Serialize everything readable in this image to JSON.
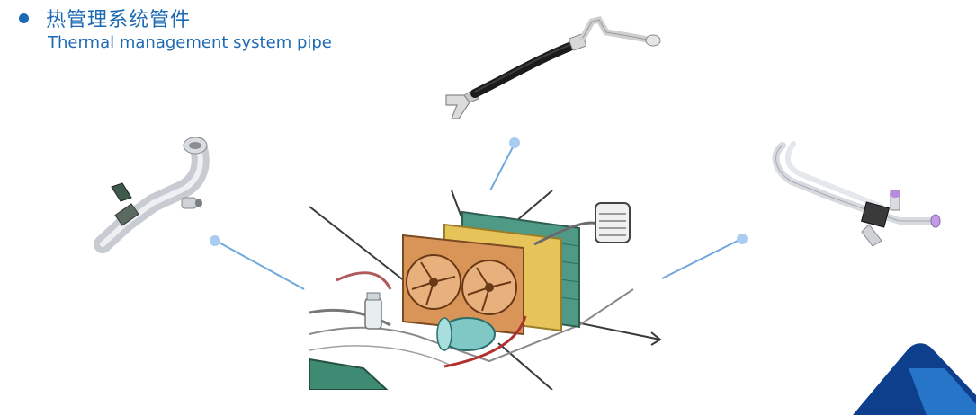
{
  "title": {
    "chinese": "热管理系统管件",
    "english": "Thermal management system pipe"
  },
  "colors": {
    "accent": "#1c69b3",
    "dot": "#a8cdf0",
    "line": "#6fa8dc",
    "corner_dark": "#0e3f8c",
    "corner_light": "#2a7fd4"
  },
  "images": [
    {
      "name": "hose-assembly-image",
      "depicts": "black rubber hose with aluminium fittings"
    },
    {
      "name": "elbow-pipe-image",
      "depicts": "aluminium elbow pipe with bracket"
    },
    {
      "name": "multi-bend-pipe-image",
      "depicts": "aluminium multi-bend pipe with bracket and purple cap"
    },
    {
      "name": "cooling-system-illustration",
      "depicts": "radiator with twin fans, compressor and pipes"
    }
  ]
}
